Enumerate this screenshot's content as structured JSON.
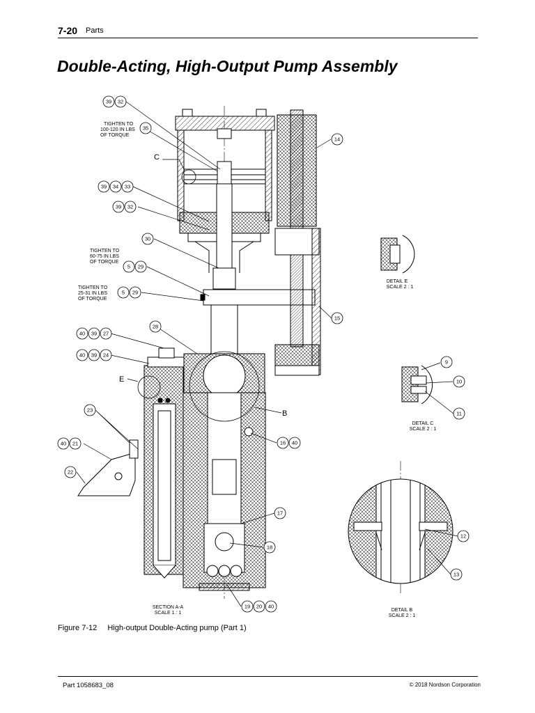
{
  "header": {
    "page_number": "7-20",
    "section": "Parts"
  },
  "title": "Double-Acting, High-Output Pump Assembly",
  "figure": {
    "number": "Figure 7-12",
    "caption": "High-output Double-Acting pump (Part 1)"
  },
  "footer": {
    "part": "Part 1058683_08",
    "copyright": "© 2018 Nordson Corporation"
  },
  "notes": {
    "torque1": [
      "TIGHTEN TO",
      "100-120 IN LBS",
      "OF TORQUE"
    ],
    "torque2": [
      "TIGHTEN TO",
      "60-75 IN LBS",
      "OF TORQUE"
    ],
    "torque3": [
      "TIGHTEN TO",
      "25-31 IN LBS",
      "OF TORQUE"
    ]
  },
  "views": {
    "section": [
      "SECTION A-A",
      "SCALE 1 : 1"
    ],
    "detail_e": [
      "DETAIL E",
      "SCALE 2 : 1"
    ],
    "detail_c": [
      "DETAIL C",
      "SCALE 2 : 1"
    ],
    "detail_b": [
      "DETAIL B",
      "SCALE 2 : 1"
    ]
  },
  "detail_letters": {
    "c": "C",
    "e": "E",
    "b": "B"
  },
  "callouts": {
    "g1": [
      "39",
      "32"
    ],
    "g2": [
      "35"
    ],
    "g3": [
      "39",
      "34",
      "33"
    ],
    "g4": [
      "39",
      "32"
    ],
    "g5": [
      "30"
    ],
    "g6": [
      "5",
      "29"
    ],
    "g7": [
      "5",
      "29"
    ],
    "g8": [
      "28"
    ],
    "g9": [
      "40",
      "39",
      "27"
    ],
    "g10": [
      "40",
      "39",
      "24"
    ],
    "g11": [
      "23"
    ],
    "g12": [
      "40",
      "21"
    ],
    "g13": [
      "22"
    ],
    "g14": [
      "14"
    ],
    "g15": [
      "15"
    ],
    "g16": [
      "16",
      "40"
    ],
    "g17": [
      "17"
    ],
    "g18": [
      "18"
    ],
    "g19": [
      "19",
      "20",
      "40"
    ],
    "g9d": [
      "9"
    ],
    "g10d": [
      "10"
    ],
    "g11d": [
      "11"
    ],
    "g12d": [
      "12"
    ],
    "g13d": [
      "13"
    ]
  }
}
